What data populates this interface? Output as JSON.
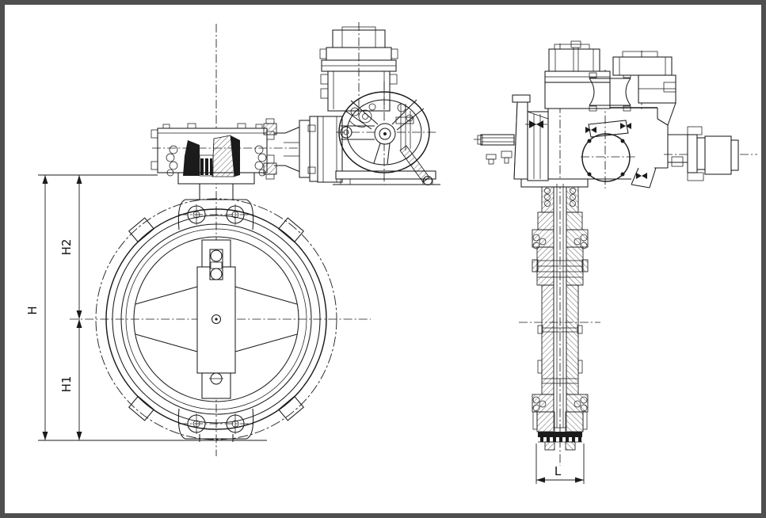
{
  "drawing": {
    "colors": {
      "line": "#1b1b1b",
      "frame_border": "#4f4f4f",
      "background": "#ffffff"
    },
    "dimensions": {
      "overall_height": {
        "label": "H"
      },
      "upper_height": {
        "label": "H2"
      },
      "lower_height": {
        "label": "H1"
      },
      "face_to_face": {
        "label": "L"
      }
    }
  }
}
